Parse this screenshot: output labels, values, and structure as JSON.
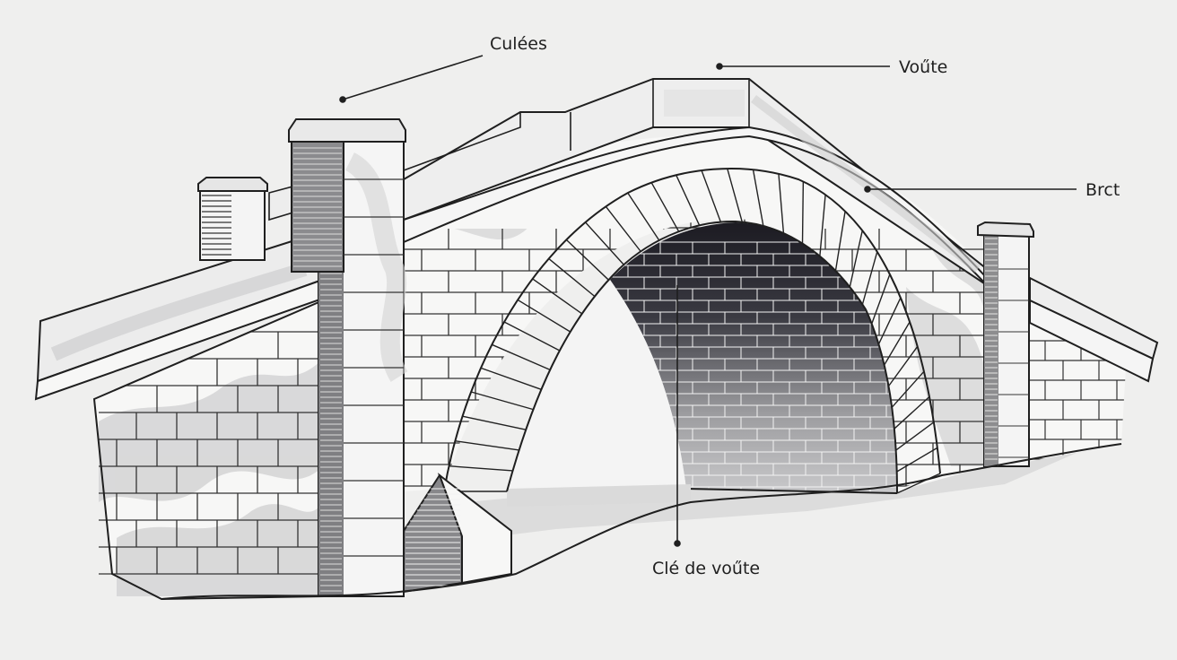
{
  "diagram": {
    "labels": {
      "culees": "Culées",
      "voute": "Voűte",
      "brct": "Brct",
      "cle": "Clé de voűte"
    }
  },
  "colors": {
    "background": "#efefee",
    "stone": "#f7f7f6",
    "shade": "#d2d2d3",
    "ink": "#1f1f1f",
    "dark": "#1c1b22"
  }
}
